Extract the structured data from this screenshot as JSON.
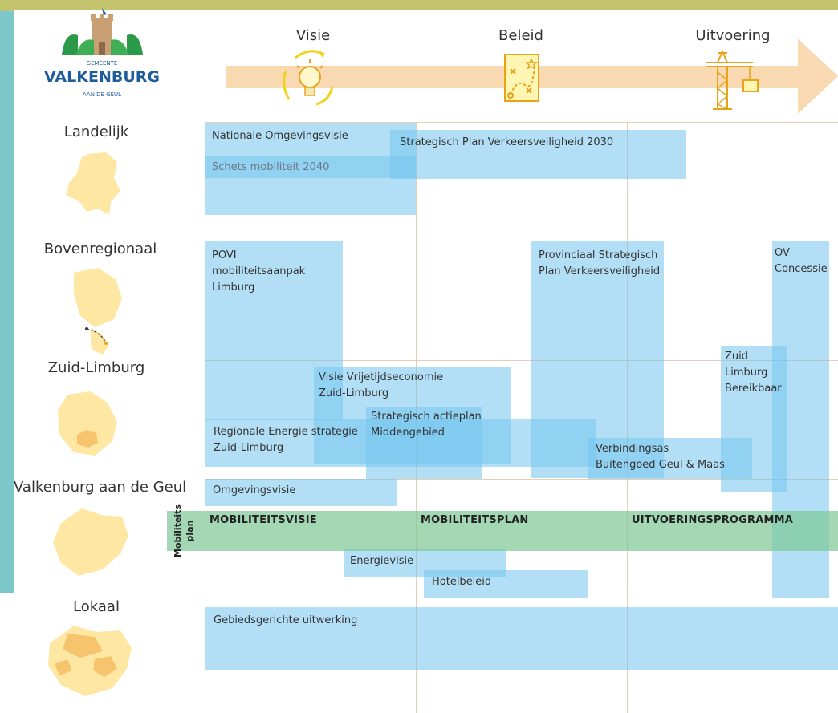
{
  "logo": {
    "top_text": "GEMEENTE",
    "name": "VALKENBURG",
    "bottom_text": "AAN DE GEUL"
  },
  "phases": {
    "visie": "Visie",
    "beleid": "Beleid",
    "uitvoering": "Uitvoering"
  },
  "levels": {
    "landelijk": "Landelijk",
    "bovenregionaal": "Bovenregionaal",
    "zuid_limburg": "Zuid-Limburg",
    "valkenburg": "Valkenburg aan de Geul",
    "lokaal": "Lokaal"
  },
  "items": {
    "nationale_omgevingsvisie": "Nationale Omgevingsvisie",
    "schets_mobiliteit": "Schets mobiliteit 2040",
    "strategisch_plan_2030": "Strategisch Plan Verkeersveiligheid 2030",
    "povi": "POVI\nmobiliteitsaanpak\nLimburg",
    "provinciaal_plan": "Provinciaal Strategisch\nPlan Verkeersveiligheid",
    "ov_concessie": "OV-\nConcessie",
    "zuid_limburg_bereikbaar": "Zuid\nLimburg\nBereikbaar",
    "visie_vrijetijdseconomie": "Visie Vrijetijdseconomie\nZuid-Limburg",
    "strategisch_actieplan": "Strategisch actieplan\nMiddengebied",
    "regionale_energie": "Regionale Energie strategie\nZuid-Limburg",
    "verbindingsas": "Verbindingsas\nBuitengoed Geul & Maas",
    "omgevingsvisie": "Omgevingsvisie",
    "energievisie": "Energievisie",
    "hotelbeleid": "Hotelbeleid",
    "gebiedsgerichte": "Gebiedsgerichte uitwerking"
  },
  "mobility_band": {
    "side_label": "Mobiliteits\nplan",
    "visie": "MOBILITEITSVISIE",
    "plan": "MOBILITEITSPLAN",
    "programma": "UITVOERINGSPROGRAMMA"
  },
  "colors": {
    "arrow": "#f8d9b2",
    "box": "#75c4ee",
    "band": "#8fd0a7",
    "teal": "#7bc7c9",
    "logo_green": "#2b9a48",
    "logo_blue": "#1f5c9c"
  },
  "icons": [
    "lightbulb-icon",
    "map-plan-icon",
    "crane-icon"
  ]
}
